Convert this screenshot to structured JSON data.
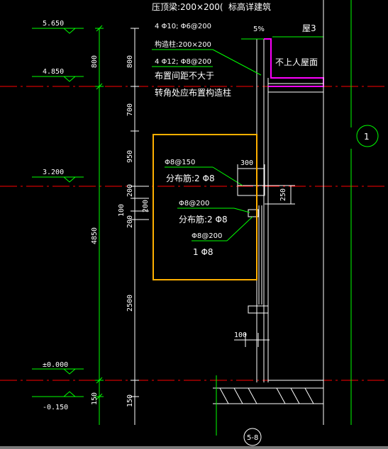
{
  "colors": {
    "background": "#000000",
    "text": "#ffffff",
    "dimension_green": "#00ff00",
    "axis_red": "#ff0000",
    "highlight_orange": "#ffb000",
    "roof_magenta": "#ff00ff"
  },
  "annotations": {
    "beam_title": "压顶梁:200×200(",
    "elevation_note": "标高详建筑",
    "beam_rebar": "4 Φ10; Φ6@200",
    "column_title": "构造柱:200×200",
    "column_rebar": "4 Φ12; Φ8@200",
    "column_spacing": "布置间距不大于",
    "corner_note": "转角处应布置构造柱",
    "slope": "5%",
    "roof_label": "屋3",
    "roof_note": "不上人屋面",
    "rebar_1": "Φ8@150",
    "dist_1": "分布筋:2 Φ8",
    "rebar_2": "Φ8@200",
    "dist_2": "分布筋:2 Φ8",
    "rebar_3": "Φ8@200",
    "rebar_4": "1 Φ8",
    "axis_label": "1",
    "section_label": "5-8"
  },
  "elevations": {
    "e1": "5.650",
    "e2": "4.850",
    "e3": "3.200",
    "e4": "±0.000",
    "e5": "-0.150"
  },
  "dimensions": {
    "left": {
      "d800": "800",
      "d4850": "4850",
      "d150": "150"
    },
    "middle": {
      "d800": "800",
      "d700": "700",
      "d950": "950",
      "d200a": "200",
      "d100": "100",
      "d200b": "200",
      "d200c": "200",
      "d2500": "2500",
      "d150": "150"
    },
    "right": {
      "d300": "300",
      "d250": "250",
      "d100": "100"
    }
  }
}
